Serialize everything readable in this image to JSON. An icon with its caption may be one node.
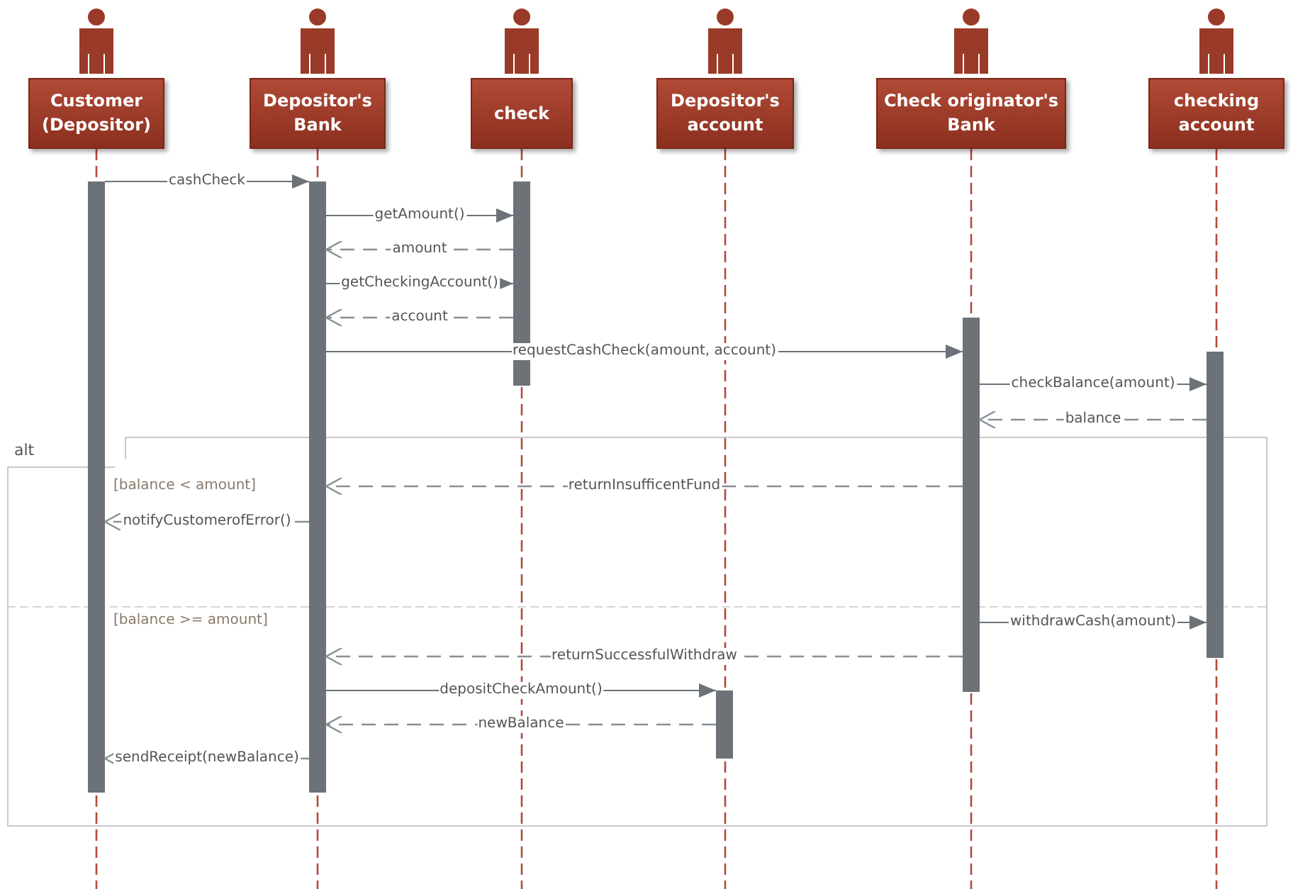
{
  "diagram": {
    "nodes": [
      {
        "text": [
          "Customer (Depositor)"
        ]
      },
      {
        "text": [
          "Depositor's Bank"
        ]
      },
      {
        "text": [
          "check"
        ]
      },
      {
        "text": [
          "Depositor's account"
        ]
      },
      {
        "text": [
          "Check originator's Bank"
        ]
      },
      {
        "text": [
          "checking account"
        ]
      },
      {
        "text": [],
        "shape": "bar"
      },
      {
        "text": [],
        "shape": "bar"
      },
      {
        "text": [],
        "shape": "bar"
      },
      {
        "text": [],
        "shape": "bar"
      },
      {
        "text": [],
        "shape": "bar"
      },
      {
        "text": [],
        "shape": "bar"
      }
    ],
    "labels": [
      "alt",
      "[balance < amount]",
      "[balance >= amount]"
    ],
    "edges": [
      {
        "from": 6,
        "to": 7,
        "arrow": "to",
        "label": "cashCheck"
      },
      {
        "from": 7,
        "to": 8,
        "arrow": "to",
        "label": "getAmount()"
      },
      {
        "from": 8,
        "to": 7,
        "arrow": "to",
        "label": "amount",
        "style": "dashed"
      },
      {
        "from": 7,
        "to": 8,
        "arrow": "to",
        "label": "getCheckingAccount()"
      },
      {
        "from": 8,
        "to": 7,
        "arrow": "to",
        "label": "account",
        "style": "dashed"
      },
      {
        "from": 7,
        "to": 10,
        "arrow": "to",
        "label": "requestCashCheck(amount, account)"
      },
      {
        "from": 10,
        "to": 11,
        "arrow": "to",
        "label": "checkBalance(amount)"
      },
      {
        "from": 11,
        "to": 10,
        "arrow": "to",
        "label": "balance",
        "style": "dashed"
      },
      {
        "from": 10,
        "to": 7,
        "arrow": "to",
        "label": "returnInsufficentFund",
        "style": "dashed"
      },
      {
        "from": 7,
        "to": 6,
        "arrow": "to",
        "label": "notifyCustomerofError()",
        "style": "dashed"
      },
      {
        "from": 10,
        "to": 11,
        "arrow": "to",
        "label": "withdrawCash(amount)"
      },
      {
        "from": 10,
        "to": 7,
        "arrow": "to",
        "label": "returnSuccessfulWithdraw",
        "style": "dashed"
      },
      {
        "from": 7,
        "to": 9,
        "arrow": "to",
        "label": "depositCheckAmount()"
      },
      {
        "from": 9,
        "to": 7,
        "arrow": "to",
        "label": "newBalance",
        "style": "dashed"
      },
      {
        "from": 7,
        "to": 6,
        "arrow": "to",
        "label": "sendReceipt(newBalance)",
        "style": "dashed"
      }
    ]
  }
}
